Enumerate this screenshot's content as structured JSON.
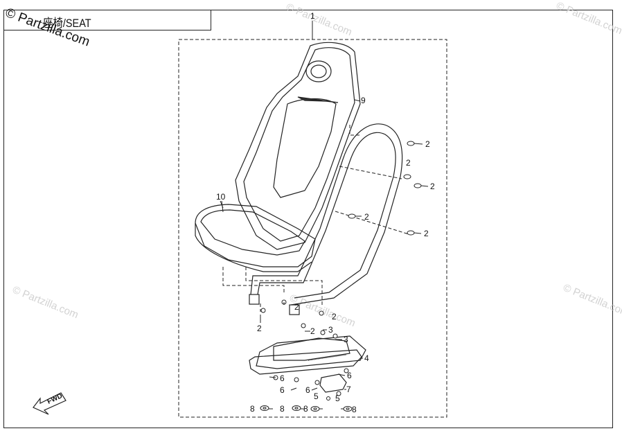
{
  "title": "座椅/SEAT",
  "watermark": {
    "main": "© Partzilla.com",
    "faint": "© Partzilla.com"
  },
  "fwd_label": "FWD",
  "callouts": {
    "c1": "1",
    "c2": "2",
    "c3": "3",
    "c4": "4",
    "c5": "5",
    "c6": "6",
    "c7": "7",
    "c8": "8",
    "c9": "9",
    "c10": "10"
  }
}
